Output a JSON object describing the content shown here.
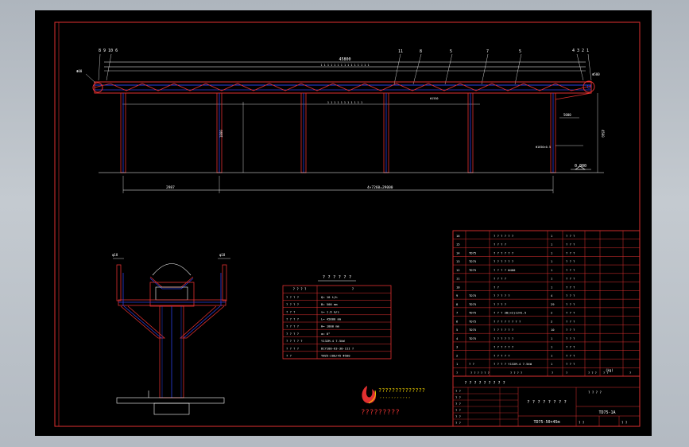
{
  "plan": {
    "balloons_left": "8 9 10 6",
    "balloons_right": "4 3 2 1",
    "dim_total": "45800",
    "dim_top_row": "1 1 1 1 1 1 1 1 1 1 1 1 1 1 1",
    "dim_bottom_row": "1 1 1 1 1 1 1 1 1 1 1",
    "dim_span_left": "2987",
    "dim_spans": "4×7260=29000",
    "dim_height": "1800",
    "dim_right_height": "4500",
    "label_left_end": "Φ00",
    "label_right_end": "Φ500",
    "label_mid": "Φ1550",
    "label_right_dim": "5000",
    "label_right_leg": "Φ1650×0.5",
    "elevation": "0.000",
    "callouts": [
      "11",
      "8",
      "5",
      "7",
      "5"
    ]
  },
  "section": {
    "label_left": "φ18",
    "label_right": "φ18"
  },
  "spec": {
    "title": "? ? ? ? ? ?",
    "header": [
      "? ? ? ?",
      "?"
    ],
    "rows": [
      [
        "? ? ? ?",
        "Q= 10 t/h"
      ],
      [
        "? ? ? ?",
        "B= 500 mm"
      ],
      [
        "? ? ?",
        "v= 1.6 m/s"
      ],
      [
        "? ? ? ?",
        "L= 45800 mm"
      ],
      [
        "? ? ? ?",
        "H= 1800 mm"
      ],
      [
        "? ? ? ?",
        "α= 0°"
      ],
      [
        "? ? ? ? ?",
        "Y132M-4 7.5kW"
      ],
      [
        "? ? ? ?",
        "DCY180-63-30-III  ?"
      ],
      [
        "? ?",
        "YWZ5-200/45  Φ500"
      ]
    ]
  },
  "bom": {
    "rows": [
      [
        "16",
        "",
        "? ? ? ? ? ?",
        "1",
        "? ? ?"
      ],
      [
        "15",
        "",
        "? ? ? ?",
        "1",
        "? ? ?"
      ],
      [
        "14",
        "TD75",
        "? ? ? ? ? ?",
        "1",
        "? ? ?"
      ],
      [
        "13",
        "TD75",
        "? ? ? ? ? ?",
        "1",
        "? ? ?"
      ],
      [
        "12",
        "TD75",
        "? ? ? ?  Φ400",
        "1",
        "? ? ?"
      ],
      [
        "11",
        "",
        "? ? ? ?",
        "1",
        "? ? ?"
      ],
      [
        "10",
        "",
        "? ?",
        "1",
        "? ? ?"
      ],
      [
        "9",
        "TD75",
        "? ? ? ? ?",
        "4",
        "? ? ?"
      ],
      [
        "8",
        "TD75",
        "? ? ? ?",
        "29",
        "? ? ?"
      ],
      [
        "7",
        "TD75",
        "? ? ?  2B(×2)1241.5",
        "2",
        "? ? ?"
      ],
      [
        "6",
        "TD75",
        "? ? ? ? ? ? ? ?",
        "2",
        "? ? ?"
      ],
      [
        "5",
        "TD75",
        "? ? ? ? ? ?",
        "10",
        "? ? ?"
      ],
      [
        "4",
        "TD75",
        "? ? ? ? ? ?",
        "1",
        "? ? ?"
      ],
      [
        "3",
        "",
        "? ? ? ? ? ?",
        "1",
        "? ? ?"
      ],
      [
        "2",
        "",
        "? ? ? ? ?",
        "1",
        "? ? ?"
      ],
      [
        "1",
        "? ?",
        "? ? ? ?  Y132M-4  7.5kW",
        "1",
        "? ? ?"
      ]
    ],
    "header": [
      "?",
      "? ? ? ? ? ?",
      "? ? ? ?",
      "?",
      "?",
      "? ? ?",
      "?  ?",
      "?"
    ],
    "unit_label": "(kg)"
  },
  "title_block": {
    "company": "? ? ? ? ? ? ? ? ?",
    "drawing_name": "? ? ? ? ? ? ? ?",
    "product": "TD75-50×45m",
    "code": "TD75-1A",
    "scale_label": "? ? ? ?",
    "sheet_a": "?  ?",
    "sheet_b": "?  ?",
    "rows_left": [
      "? ?",
      "? ?",
      "? ?",
      "? ?",
      "? ?",
      "? ?"
    ]
  },
  "logo": {
    "line1": "??????????????",
    "line2": "? ? ? ? ? ? ? ? ? ? ?",
    "caption": "?????????"
  },
  "colors": {
    "background": "#000000",
    "line_red": "#e03030",
    "line_blue": "#2b3fe0",
    "line_white": "#ffffff",
    "window_bg": "#b8bec5"
  }
}
